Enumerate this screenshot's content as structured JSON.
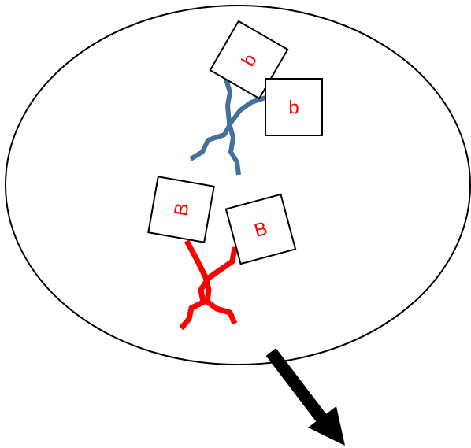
{
  "boxes": [
    {
      "id": "blue-1",
      "label": "b"
    },
    {
      "id": "blue-2",
      "label": "b"
    },
    {
      "id": "red-1",
      "label": "B"
    },
    {
      "id": "red-2",
      "label": "B"
    }
  ],
  "colors": {
    "outline": "#000000",
    "label": "#ff0000",
    "blue_chromosome": "#44709c",
    "red_chromosome": "#ff0000",
    "arrow": "#000000",
    "background": "#ffffff"
  }
}
